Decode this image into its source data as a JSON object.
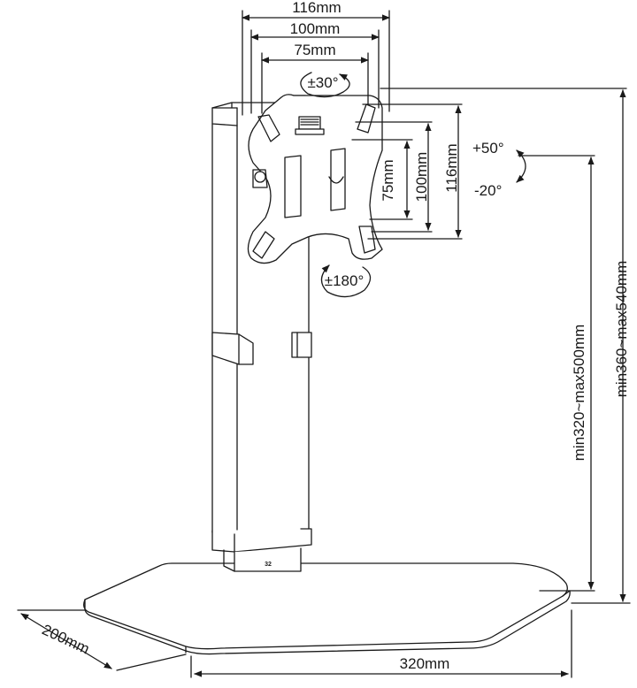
{
  "dimensions": {
    "width_116_top": "116mm",
    "width_100_top": "100mm",
    "width_75_top": "75mm",
    "height_75_right": "75mm",
    "height_100_right": "100mm",
    "height_116_right": "116mm",
    "height_pole": "min320~max500mm",
    "height_overall": "min360~max540mm",
    "base_depth": "200mm",
    "base_width": "320mm"
  },
  "rotations": {
    "swivel": "±30°",
    "tilt_up": "+50°",
    "tilt_down": "-20°",
    "rotate": "±180°"
  },
  "pole_marking": "32",
  "colors": {
    "ink": "#1a1a1a",
    "background": "#ffffff"
  }
}
